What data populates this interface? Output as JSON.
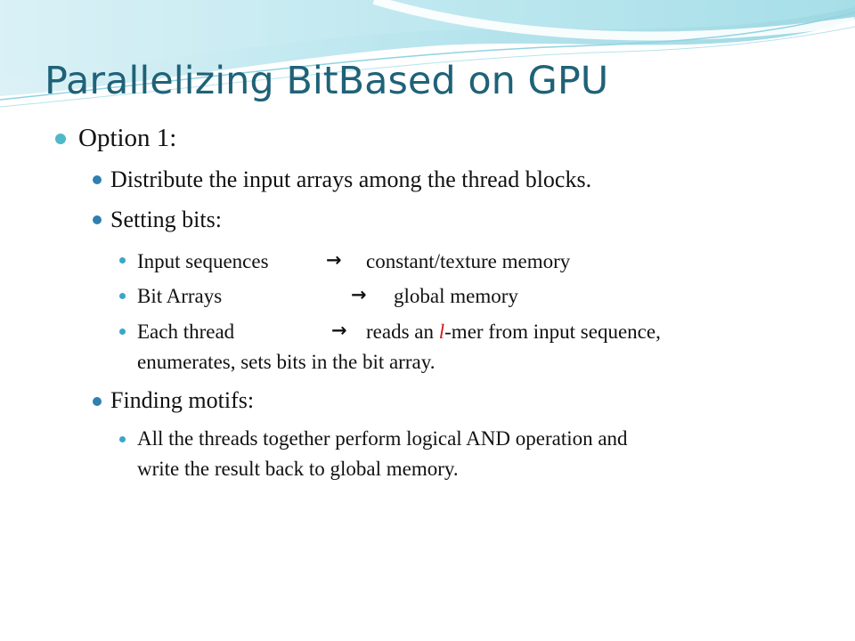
{
  "slide": {
    "title": "Parallelizing BitBased on GPU"
  },
  "content": {
    "option": "Option 1:",
    "distribute": "Distribute the input arrays among the thread blocks.",
    "setting_bits": {
      "heading": "Setting bits:",
      "rows": [
        {
          "subject": "Input sequences",
          "target": "constant/texture memory"
        },
        {
          "subject": "Bit Arrays",
          "target": "global memory"
        },
        {
          "subject": "Each thread",
          "target_before": "reads an ",
          "target_highlight": "l",
          "target_after": "-mer from input sequence,",
          "continuation": "enumerates, sets bits in the bit array."
        }
      ]
    },
    "finding_motifs": {
      "heading": "Finding motifs:",
      "line1": "All the threads together perform logical AND operation and",
      "line2": "write the result back to global memory."
    }
  },
  "theme": {
    "title_color": "#1f6278",
    "highlight_color": "#d11a1a",
    "accent_color": "#4fb8c9"
  },
  "icons": {
    "arrow": "right-arrow-icon",
    "bullet": "bullet-dot-icon"
  }
}
